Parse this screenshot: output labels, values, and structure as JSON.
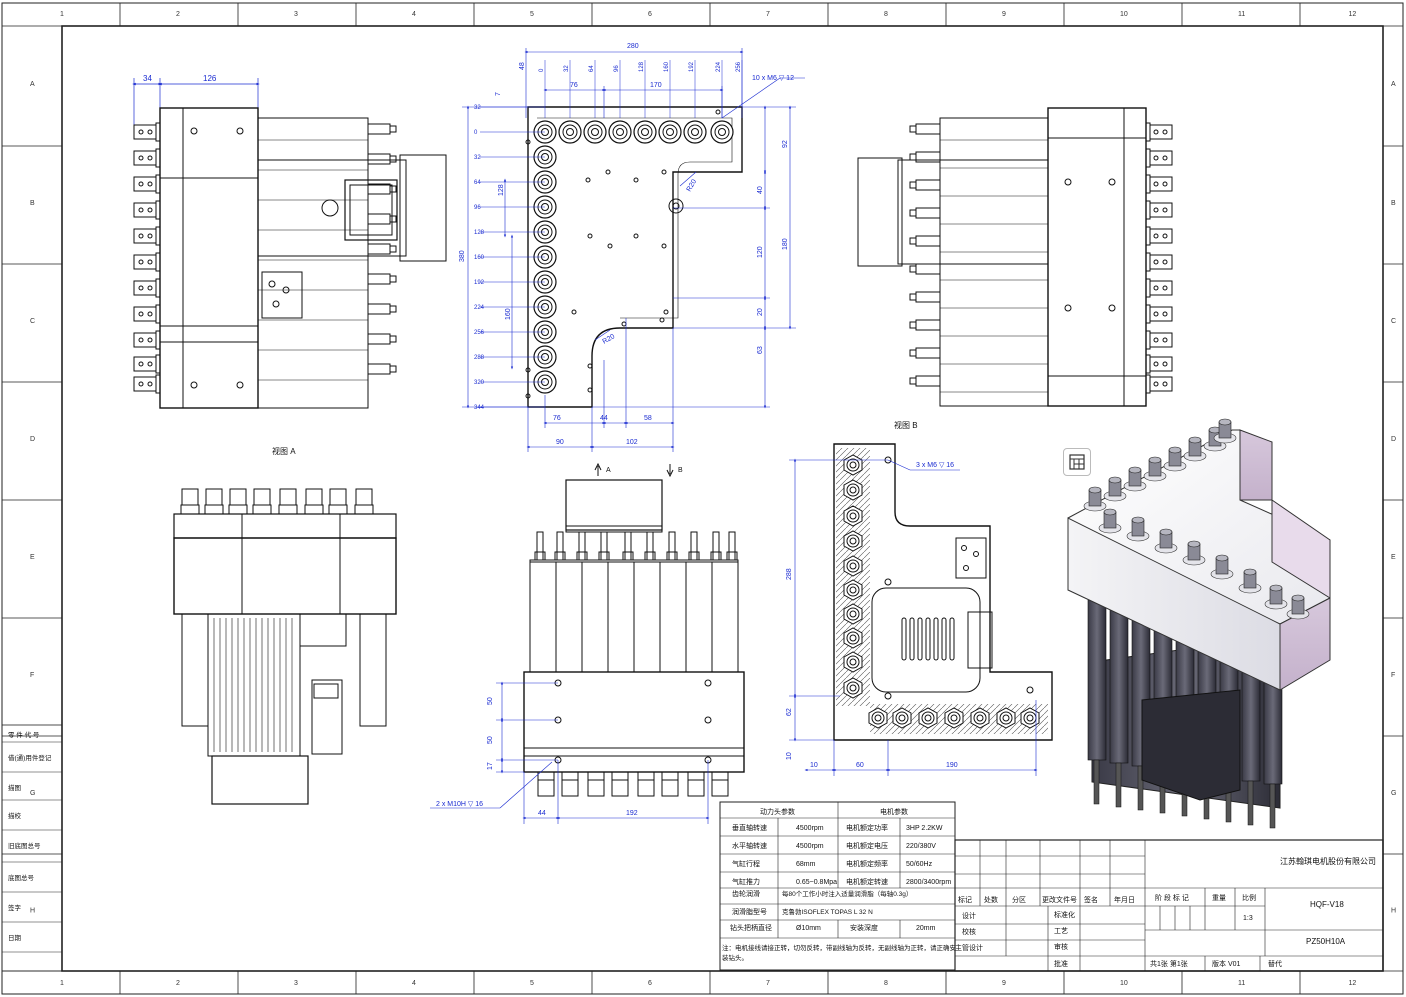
{
  "grid": {
    "columns": [
      "1",
      "2",
      "3",
      "4",
      "5",
      "6",
      "7",
      "8",
      "9",
      "10",
      "11",
      "12"
    ],
    "rows": [
      "A",
      "B",
      "C",
      "D",
      "E",
      "F",
      "G",
      "H"
    ]
  },
  "view_labels": {
    "view_a": "视图 A",
    "view_b": "视图 B",
    "arrow_a": "A",
    "arrow_b": "B"
  },
  "top_view_dims": {
    "overall_width": "280",
    "x_ticks": [
      "0",
      "32",
      "64",
      "96",
      "128",
      "160",
      "192",
      "224",
      "256"
    ],
    "neg_tick": "48",
    "seg_76": "76",
    "seg_170": "170",
    "thread_callout": "10 x M6 ▽ 12",
    "y_ticks": [
      "32",
      "0",
      "32",
      "64",
      "96",
      "128",
      "160",
      "192",
      "224",
      "256",
      "288",
      "320",
      "344"
    ],
    "y_overall": "380",
    "y_inner_left": "128",
    "y_inner_left2": "160",
    "right_92": "92",
    "right_40": "40",
    "right_180": "180",
    "right_120": "120",
    "right_20": "20",
    "right_63": "63",
    "r_upper": "R20",
    "r_lower": "R20",
    "bottom_76": "76",
    "bottom_44": "44",
    "bottom_58": "58",
    "bottom_90": "90",
    "bottom_102": "102",
    "small_7": "7"
  },
  "left_view_dims": {
    "d34": "34",
    "d126": "126"
  },
  "bottom_mid_dims": {
    "d50a": "50",
    "d50b": "50",
    "d17": "17",
    "d44": "44",
    "d192": "192",
    "thread": "2 x M10H ▽ 16"
  },
  "bottom_right_dims": {
    "thread": "3 x M6 ▽ 16",
    "d288": "288",
    "d62": "62",
    "d10a": "10",
    "d10b": "10",
    "d60": "60",
    "d190": "190"
  },
  "left_margin_labels": [
    "零 件 代 号",
    "借(通)用件登记",
    "描图",
    "描校",
    "旧底图总号",
    "底图总号",
    "签字",
    "日期"
  ],
  "params": {
    "head_title": "动力头参数",
    "motor_title": "电机参数",
    "rows": [
      {
        "k1": "垂直轴转速",
        "v1": "4500rpm",
        "k2": "电机额定功率",
        "v2": "3HP  2.2KW"
      },
      {
        "k1": "水平轴转速",
        "v1": "4500rpm",
        "k2": "电机额定电压",
        "v2": "220/380V"
      },
      {
        "k1": "气缸行程",
        "v1": "68mm",
        "k2": "电机额定频率",
        "v2": "50/60Hz"
      },
      {
        "k1": "气缸推力",
        "v1": "0.65~0.8Mpa",
        "k2": "电机额定转速",
        "v2": "2800/3400rpm"
      }
    ],
    "gear_k": "齿轮润滑",
    "gear_v": "每80个工作小时注入适量润滑脂（每轴0.3g）",
    "grease_k": "润滑脂型号",
    "grease_v": "克鲁勃ISOFLEX TOPAS L 32 N",
    "chuck_k": "钻头把柄直径",
    "chuck_v": "Ø10mm",
    "depth_k": "安装深度",
    "depth_v": "20mm",
    "note": "注：电机接线请接正转，切勿反转，带副线轴为反转，无副线轴为正转，请正确安装钻头。"
  },
  "title_block": {
    "company": "江苏翰琪电机股份有限公司",
    "model": "HQF-V18",
    "drawing_no": "PZ50H10A",
    "headers": [
      "标记",
      "处数",
      "分区",
      "更改文件号",
      "签名",
      "年月日"
    ],
    "roles_left": [
      "设计",
      "校核",
      "主管设计"
    ],
    "roles_mid": [
      "标准化",
      "工艺",
      "审核",
      "批准"
    ],
    "stage": "阶 段 标 记",
    "weight": "重量",
    "scale_label": "比例",
    "scale_value": "1:3",
    "sheets": "共1张  第1张",
    "version": "版本  V01",
    "replace": "替代"
  }
}
